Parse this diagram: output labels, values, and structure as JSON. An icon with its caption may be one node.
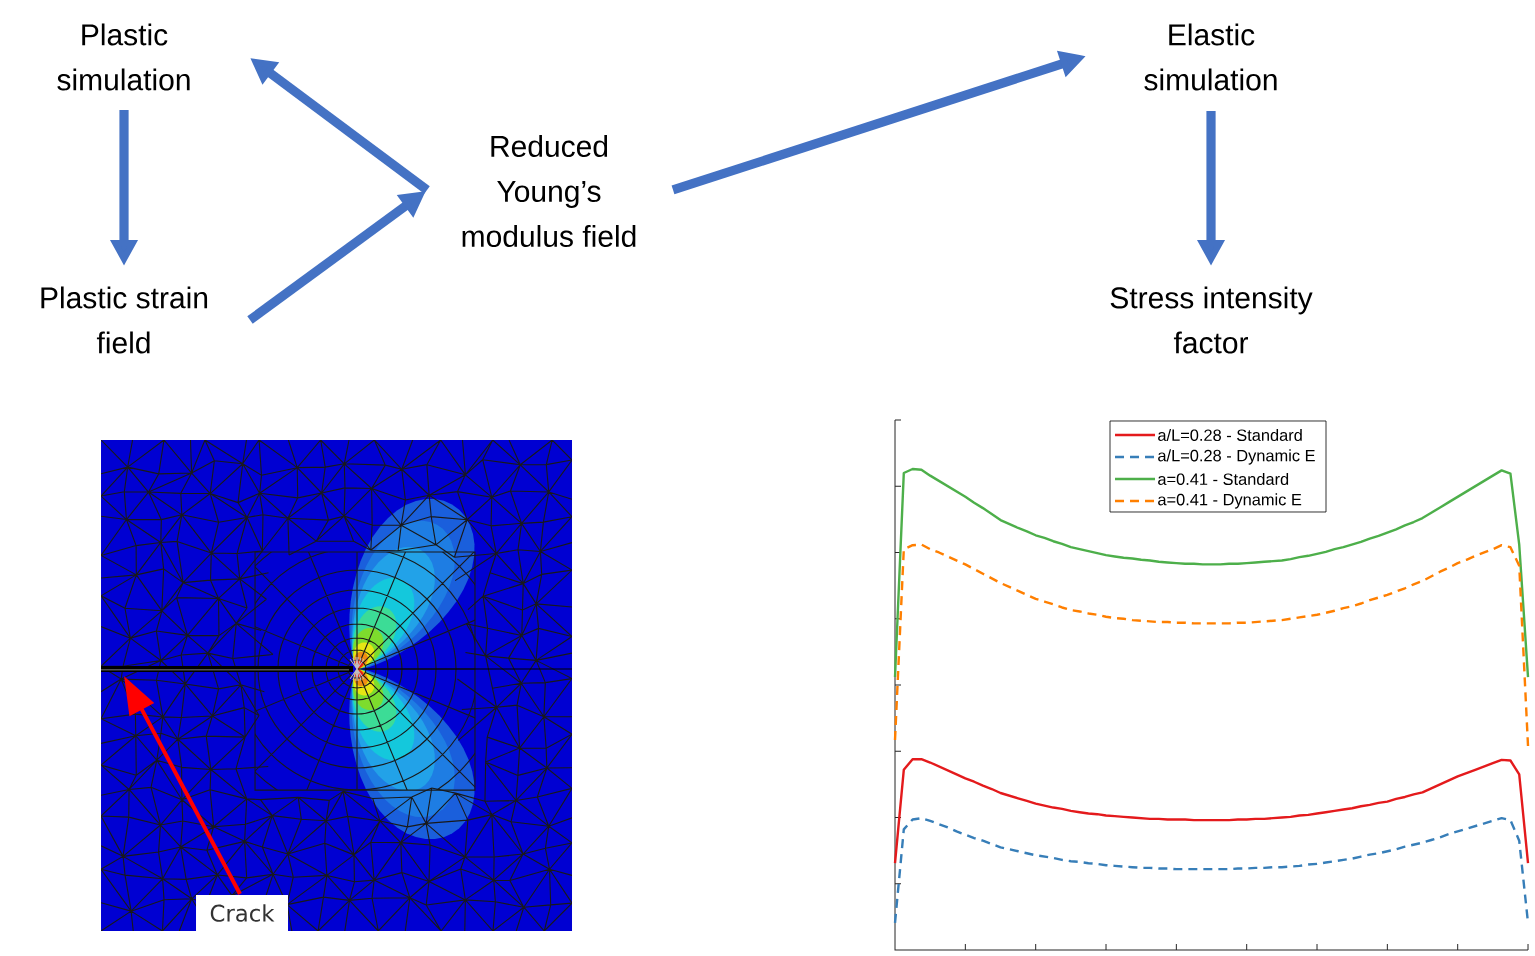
{
  "diagram": {
    "nodes": [
      {
        "text": [
          "Plastic simulation"
        ]
      },
      {
        "text": [
          "Elastic simulation"
        ]
      },
      {
        "text": [
          "Reduced Young’s modulus field"
        ]
      },
      {
        "text": [
          "Plastic strain field"
        ]
      },
      {
        "text": [
          "Stress intensity factor"
        ]
      },
      {
        "text": [],
        "shape": "picture"
      },
      {
        "text": [
          "Crack"
        ],
        "in": 5
      }
    ],
    "edges": [
      {
        "from": 0,
        "to": 3,
        "arrow": "to"
      },
      {
        "from": 2,
        "to": 0,
        "arrow": "to"
      },
      {
        "from": 3,
        "to": 2,
        "arrow": "to"
      },
      {
        "from": 2,
        "to": 1,
        "arrow": "to"
      },
      {
        "from": 1,
        "to": 4,
        "arrow": "to"
      },
      {
        "from": 6,
        "to": null,
        "arrow": "to",
        "color": "#ff0000"
      }
    ],
    "legend": [
      {
        "text": "a/L=0.28 - Standard"
      },
      {
        "text": "a/L=0.28 - Dynamic E"
      },
      {
        "text": "a=0.41 - Standard"
      },
      {
        "text": "a=0.41 - Dynamic E"
      }
    ]
  }
}
